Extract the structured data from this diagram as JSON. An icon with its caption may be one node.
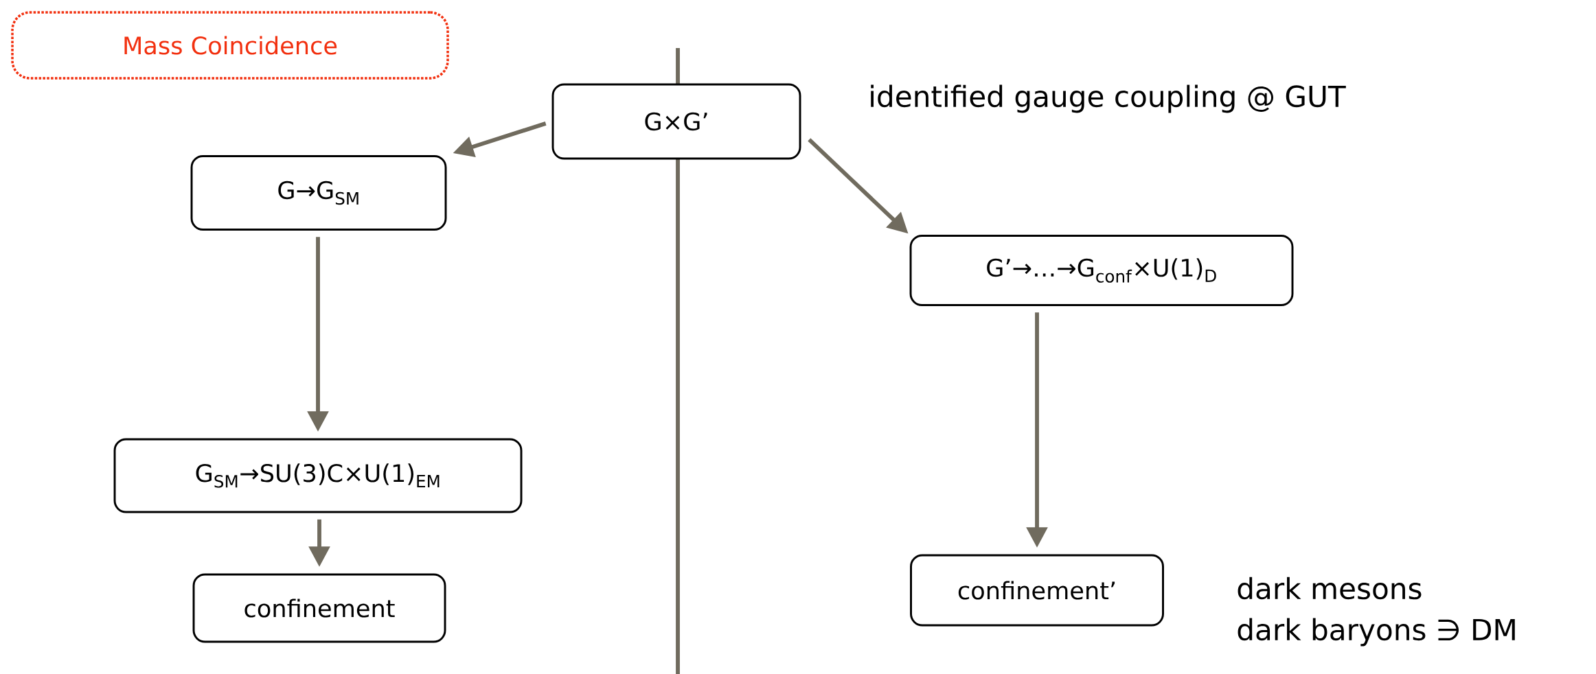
{
  "diagram": {
    "nodes": [
      {
        "text": [
          "Mass Coincidence"
        ]
      },
      {
        "text": [
          "G×G’"
        ]
      },
      {
        "text": [
          "G→G$_{SM}$"
        ]
      },
      {
        "text": [
          "G’→…→G$_{conf}$×U(1)$_{D}$"
        ]
      },
      {
        "text": [
          "G$_{SM}$→SU(3)C×U(1)$_{EM}$"
        ]
      },
      {
        "text": [
          "confinement"
        ]
      },
      {
        "text": [
          "confinement’"
        ]
      }
    ],
    "edges": [
      {
        "from": 1,
        "to": 2,
        "arrow": "to"
      },
      {
        "from": 1,
        "to": 3,
        "arrow": "to"
      },
      {
        "from": 2,
        "to": 4,
        "arrow": "to"
      },
      {
        "from": 4,
        "to": 5,
        "arrow": "to"
      },
      {
        "from": 3,
        "to": 6,
        "arrow": "to"
      }
    ],
    "labels": [
      "identified gauge coupling @ GUT",
      "dark mesons",
      "dark baryons ∋ DM"
    ]
  }
}
